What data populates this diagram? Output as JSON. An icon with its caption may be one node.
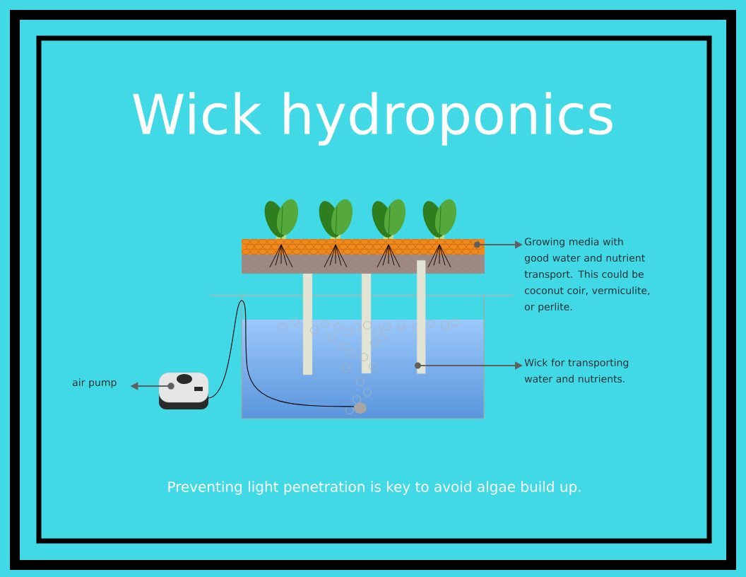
{
  "diagram": {
    "title": "Wick hydroponics",
    "caption": "Preventing light penetration is key to avoid algae build up.",
    "nodes": [
      {
        "text": [],
        "shape": "picture"
      },
      {
        "text": [
          "Growing media with good water and nutrient transport. This could be coconut coir, vermiculite, or perlite."
        ]
      },
      {
        "text": [],
        "shape": "bar"
      },
      {
        "text": [
          "Wick for transporting water and nutrients."
        ]
      },
      {
        "text": [
          "air pump"
        ]
      },
      {
        "text": [],
        "shape": "picture"
      }
    ],
    "edges": [
      {
        "from": 0,
        "to": 1,
        "arrow": "to"
      },
      {
        "from": 2,
        "to": 3,
        "arrow": "to"
      },
      {
        "from": 5,
        "to": 4,
        "arrow": "to"
      }
    ]
  }
}
